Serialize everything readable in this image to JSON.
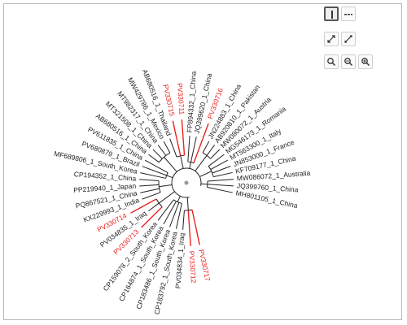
{
  "toolbar": {
    "layout_buttons": [
      {
        "name": "layout-vertical-button",
        "icon": "vertical-bar-icon",
        "active": true
      },
      {
        "name": "layout-horizontal-button",
        "icon": "horizontal-dashes-icon",
        "active": false
      }
    ],
    "expand_buttons": [
      {
        "name": "expand-vertical-button",
        "icon": "diagonal-arrows-in-icon"
      },
      {
        "name": "expand-horizontal-button",
        "icon": "diagonal-arrows-out-icon"
      }
    ],
    "zoom_buttons": [
      {
        "name": "zoom-reset-button",
        "icon": "magnifier-icon"
      },
      {
        "name": "zoom-out-button",
        "icon": "magnifier-minus-icon"
      },
      {
        "name": "zoom-in-button",
        "icon": "magnifier-plus-icon"
      }
    ]
  },
  "colors": {
    "default": "#222222",
    "highlight": "#e8231f"
  },
  "tree": {
    "leaves": [
      {
        "label": "MH801105_1_China",
        "highlight": false
      },
      {
        "label": "JQ399760_1_China",
        "highlight": false
      },
      {
        "label": "MW086072_1_Australia",
        "highlight": false
      },
      {
        "label": "KF709177_1_China",
        "highlight": false
      },
      {
        "label": "JN853000_1_France",
        "highlight": false
      },
      {
        "label": "MT563300_1_Italy",
        "highlight": false
      },
      {
        "label": "MG546173_1_Romania",
        "highlight": false
      },
      {
        "label": "MW080072_1_Austria",
        "highlight": false
      },
      {
        "label": "AB920810_1_Pakistan",
        "highlight": false
      },
      {
        "label": "JN224883_1_China",
        "highlight": false
      },
      {
        "label": "PV330716",
        "highlight": true
      },
      {
        "label": "JQ399620_1_China",
        "highlight": false
      },
      {
        "label": "FP894332_1_China",
        "highlight": false
      },
      {
        "label": "PV330711",
        "highlight": true
      },
      {
        "label": "PV330715",
        "highlight": true
      },
      {
        "label": "AB680516_1_Thailand",
        "highlight": false
      },
      {
        "label": "MW429786_1_Mexico",
        "highlight": false
      },
      {
        "label": "MT982317_1_China",
        "highlight": false
      },
      {
        "label": "MT321508_1_China",
        "highlight": false
      },
      {
        "label": "AB680516_1_China",
        "highlight": false
      },
      {
        "label": "PV611835_1_China",
        "highlight": false
      },
      {
        "label": "PV680879_1_Brazil",
        "highlight": false
      },
      {
        "label": "MF689806_1_South_Korea",
        "highlight": false
      },
      {
        "label": "CP194352_1_China",
        "highlight": false
      },
      {
        "label": "PP219940_1_Japan",
        "highlight": false
      },
      {
        "label": "PQ867521_1_China",
        "highlight": false
      },
      {
        "label": "KX229993_1_India",
        "highlight": false
      },
      {
        "label": "PV330714",
        "highlight": true
      },
      {
        "label": "PV034835_1_Iraq",
        "highlight": false
      },
      {
        "label": "PV330713",
        "highlight": true
      },
      {
        "label": "CP159078_2_South_Korea",
        "highlight": false
      },
      {
        "label": "CP164874_1_South_Korea",
        "highlight": false
      },
      {
        "label": "CP183486_1_South_Korea",
        "highlight": false
      },
      {
        "label": "CP183792_1_South_Korea",
        "highlight": false
      },
      {
        "label": "PV034834_1_Iraq",
        "highlight": false
      },
      {
        "label": "PV330712",
        "highlight": true
      },
      {
        "label": "PV330717",
        "highlight": true
      }
    ]
  }
}
